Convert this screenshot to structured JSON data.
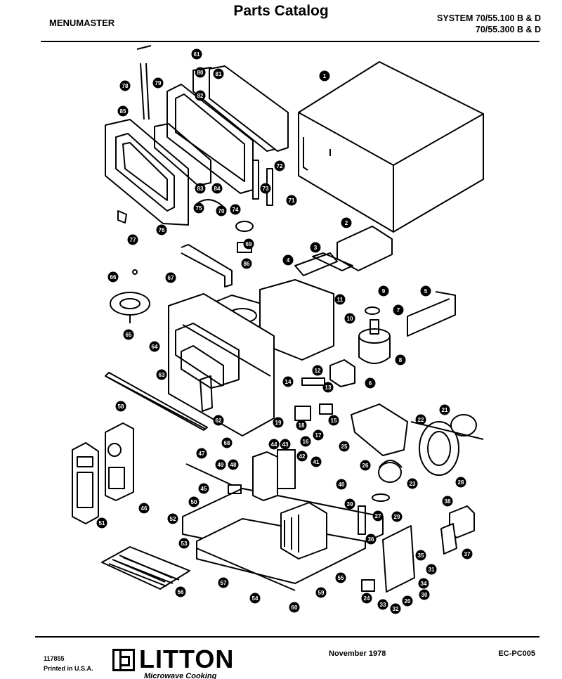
{
  "header": {
    "title": "Parts Catalog",
    "brand": "MENUMASTER",
    "system_line1": "SYSTEM 70/55.100 B & D",
    "system_line2": "70/55.300 B & D"
  },
  "footer": {
    "doc_number": "117855",
    "printed": "Printed in U.S.A.",
    "logo": "LITTON",
    "tagline": "Microwave Cooking",
    "date": "November 1978",
    "code": "EC-PC005"
  },
  "callouts": [
    "1",
    "2",
    "3",
    "4",
    "5",
    "6",
    "7",
    "8",
    "9",
    "10",
    "11",
    "12",
    "13",
    "14",
    "15",
    "16",
    "17",
    "18",
    "19",
    "20",
    "21",
    "22",
    "23",
    "24",
    "25",
    "26",
    "27",
    "28",
    "29",
    "30",
    "31",
    "32",
    "33",
    "34",
    "35",
    "36",
    "37",
    "38",
    "39",
    "40",
    "41",
    "42",
    "43",
    "44",
    "45",
    "46",
    "47",
    "48",
    "49",
    "50",
    "51",
    "52",
    "53",
    "54",
    "55",
    "56",
    "57",
    "58",
    "59",
    "60",
    "61",
    "62",
    "63",
    "64",
    "65",
    "66",
    "67",
    "68",
    "69",
    "70",
    "71",
    "72",
    "73",
    "74",
    "75",
    "76",
    "77",
    "78",
    "79",
    "80",
    "81",
    "82",
    "83",
    "84",
    "85",
    "86"
  ]
}
